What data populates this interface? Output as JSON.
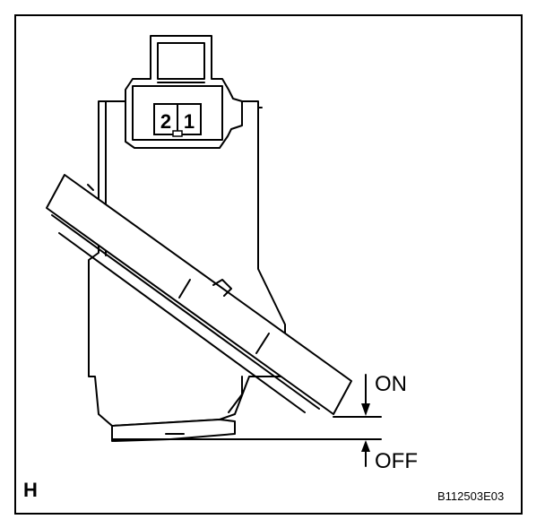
{
  "figure": {
    "view_label": "H",
    "figure_id": "B112503E03",
    "connector_pins": [
      "2",
      "1"
    ],
    "positions": {
      "on": "ON",
      "off": "OFF"
    },
    "colors": {
      "line": "#000000",
      "background": "#ffffff"
    }
  }
}
